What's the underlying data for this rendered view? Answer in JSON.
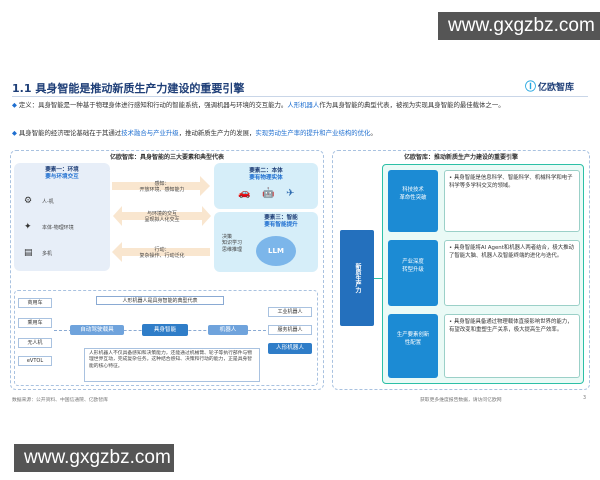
{
  "watermark": "www.gxgzbz.com",
  "header": {
    "title": "1.1 具身智能是推动新质生产力建设的重要引擎",
    "logo": "亿欧智库"
  },
  "bullets": [
    {
      "pre": "定义：具身智能是一种基于物理身体进行感知和行动的智能系统，强调机器与环境的交互能力。",
      "hl": "人形机器人",
      "post": "作为具身智能的典型代表，被视为实现具身智能的最佳载体之一。"
    },
    {
      "pre": "具身智能的经济理论基础在于其通过",
      "hl": "技术融合与产业升级",
      "mid": "，推动新质生产力的发展，",
      "hl2": "实现劳动生产率的提升和产业结构的优化",
      "post": "。"
    }
  ],
  "left_panel": {
    "title": "亿欧智库：具身智能的三大要素和典型代表",
    "element1": {
      "head": "要素一：环境",
      "sub": "要与环境交互",
      "items": [
        "人-机",
        "本体-物理环境",
        "多机"
      ]
    },
    "element2": {
      "head": "要素二：本体",
      "sub": "要有物理实体"
    },
    "element3": {
      "head": "要素三：智能",
      "sub": "要有智能提升",
      "llm": "LLM",
      "side": [
        "决策",
        "知识学习",
        "思维推理"
      ]
    },
    "arrows": [
      {
        "head": "感知：",
        "body": "开放环境、感知能力"
      },
      {
        "head": "与环境的交互",
        "body": "呈现拟人化交互"
      },
      {
        "head": "行动：",
        "body": "复杂操作、行动泛化"
      }
    ],
    "categories": [
      "商用车",
      "乘用车",
      "无人机",
      "eVTOL"
    ],
    "typical_label": "人形机器人是具身智能的典型代表",
    "chain": [
      "自动驾驶载具",
      "具身智能",
      "机器人"
    ],
    "robots": [
      "工业机器人",
      "服务机器人",
      "人形机器人"
    ],
    "note": "人形机器人不仅具备感知和决策能力，还能通过机械臂、轮子等执行部件与物理世界互动，完成复杂任务。这种结合感知、决策和行动的能力，正是具身智能的核心特征。"
  },
  "right_panel": {
    "title": "亿欧智库：推动新质生产力建设的重要引擎",
    "side_label": "新质生产力",
    "rows": [
      {
        "left": [
          "科技技术",
          "革命性突破"
        ],
        "right": "具身智能是信息科学、智能科学、机械科学和电子科学等多学科交叉的领域。"
      },
      {
        "left": [
          "产业深度",
          "转型升级"
        ],
        "right": "具身智能将AI Agent和机器人两者结合，极大推动了智能大脑、机器人及智能终端的进化与迭代。"
      },
      {
        "left": [
          "生产要素创新",
          "性配置"
        ],
        "right": "具身智能具备通过物理载体直接影响世界的能力，有望改变和重塑生产关系，极大提高生产效率。"
      }
    ]
  },
  "footer": {
    "source": "数据来源：公开资料、中国信通院、亿欧智库",
    "more": "获取更多维度报告数据，请访问亿欧网",
    "page": "3"
  }
}
